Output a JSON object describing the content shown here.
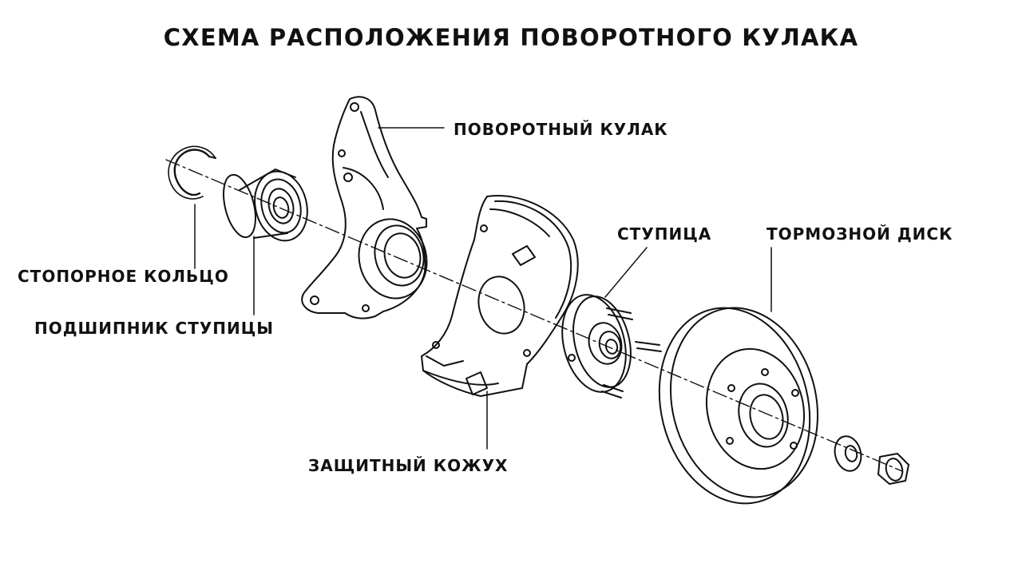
{
  "title": "СХЕМА РАСПОЛОЖЕНИЯ ПОВОРОТНОГО КУЛАКА",
  "labels": {
    "steering_knuckle": "ПОВОРОТНЫЙ КУЛАК",
    "retaining_ring": "СТОПОРНОЕ КОЛЬЦО",
    "hub_bearing": "ПОДШИПНИК СТУПИЦЫ",
    "hub": "СТУПИЦА",
    "brake_disc": "ТОРМОЗНОЙ ДИСК",
    "dust_shield": "ЗАЩИТНЫЙ КОЖУХ"
  }
}
